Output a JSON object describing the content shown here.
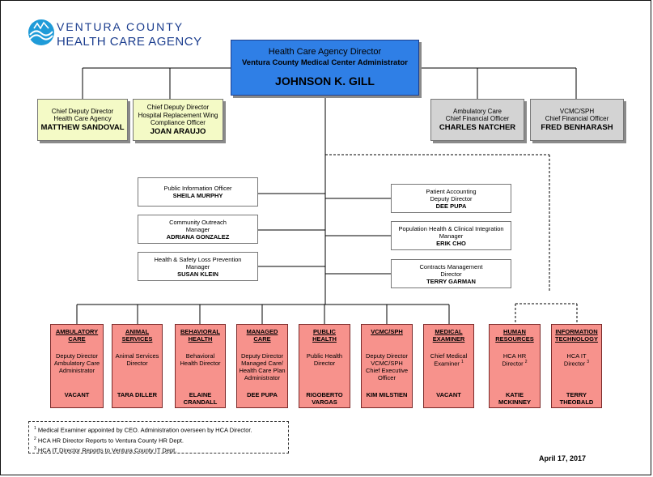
{
  "logo": {
    "line1": "VENTURA COUNTY",
    "line2": "HEALTH CARE AGENCY"
  },
  "director": {
    "title1": "Health Care Agency Director",
    "title2": "Ventura County Medical Center Administrator",
    "name": "JOHNSON K. GILL"
  },
  "deputies": [
    {
      "lines": [
        "Chief Deputy Director",
        "Health Care Agency"
      ],
      "name": "MATTHEW SANDOVAL"
    },
    {
      "lines": [
        "Chief Deputy Director",
        "Hospital Replacement Wing",
        "Compliance Officer"
      ],
      "name": "JOAN ARAUJO"
    }
  ],
  "executives": [
    {
      "lines": [
        "Ambulatory Care",
        "Chief Financial Officer"
      ],
      "name": "CHARLES NATCHER"
    },
    {
      "lines": [
        "VCMC/SPH",
        "Chief Financial Officer"
      ],
      "name": "FRED BENHARASH"
    }
  ],
  "staff_left": [
    {
      "lines": [
        "Public Information Officer"
      ],
      "name": "SHEILA MURPHY"
    },
    {
      "lines": [
        "Community Outreach",
        "Manager"
      ],
      "name": "ADRIANA GONZALEZ"
    },
    {
      "lines": [
        "Health & Safety Loss Prevention",
        "Manager"
      ],
      "name": "SUSAN KLEIN"
    }
  ],
  "staff_right": [
    {
      "lines": [
        "Patient Accounting",
        "Deputy Director"
      ],
      "name": "DEE PUPA"
    },
    {
      "lines": [
        "Population Health & Clinical Integration",
        "Manager"
      ],
      "name": "ERIK CHO"
    },
    {
      "lines": [
        "Contracts Management",
        "Director"
      ],
      "name": "TERRY GARMAN"
    }
  ],
  "departments": [
    {
      "heading": [
        "AMBULATORY",
        "CARE"
      ],
      "role": [
        "Deputy Director",
        "Ambulatory Care",
        "Administrator"
      ],
      "name": [
        "VACANT"
      ]
    },
    {
      "heading": [
        "ANIMAL",
        "SERVICES"
      ],
      "role": [
        "Animal Services",
        "Director"
      ],
      "name": [
        "TARA DILLER"
      ]
    },
    {
      "heading": [
        "BEHAVIORAL",
        "HEALTH"
      ],
      "role": [
        "Behavioral",
        "Health Director"
      ],
      "name": [
        "ELAINE",
        "CRANDALL"
      ]
    },
    {
      "heading": [
        "MANAGED",
        "CARE"
      ],
      "role": [
        "Deputy Director",
        "Managed Care/",
        "Health Care Plan",
        "Administrator"
      ],
      "name": [
        "DEE PUPA"
      ]
    },
    {
      "heading": [
        "PUBLIC",
        "HEALTH"
      ],
      "role": [
        "Public Health",
        "Director"
      ],
      "name": [
        "RIGOBERTO",
        "VARGAS"
      ]
    },
    {
      "heading": [
        "VCMC/SPH"
      ],
      "role": [
        "Deputy Director",
        "VCMC/SPH",
        "Chief Executive",
        "Officer"
      ],
      "name": [
        "KIM MILSTIEN"
      ]
    },
    {
      "heading": [
        "MEDICAL",
        "EXAMINER"
      ],
      "role": [
        "Chief Medical",
        "Examiner"
      ],
      "role_note": "1",
      "name": [
        "VACANT"
      ]
    },
    {
      "heading": [
        "HUMAN",
        "RESOURCES"
      ],
      "role": [
        "HCA HR",
        "Director"
      ],
      "role_note": "2",
      "name": [
        "KATIE",
        "MCKINNEY"
      ]
    },
    {
      "heading": [
        "INFORMATION",
        "TECHNOLOGY"
      ],
      "role": [
        "HCA IT",
        "Director"
      ],
      "role_note": "3",
      "name": [
        "TERRY",
        "THEOBALD"
      ]
    }
  ],
  "notes": [
    {
      "mark": "1",
      "text": "Medical Examiner appointed by CEO. Administration overseen by HCA Director."
    },
    {
      "mark": "2",
      "text": "HCA HR Director Reports to Ventura County HR Dept."
    },
    {
      "mark": "3",
      "text": "HCA IT Director Reports to Ventura County IT Dept."
    }
  ],
  "date": "April 17, 2017",
  "colors": {
    "director": "#2f7fe6",
    "deputy": "#f4fac6",
    "executive": "#d3d3d3",
    "department": "#f7928c",
    "logo": "#1b3d8e"
  }
}
